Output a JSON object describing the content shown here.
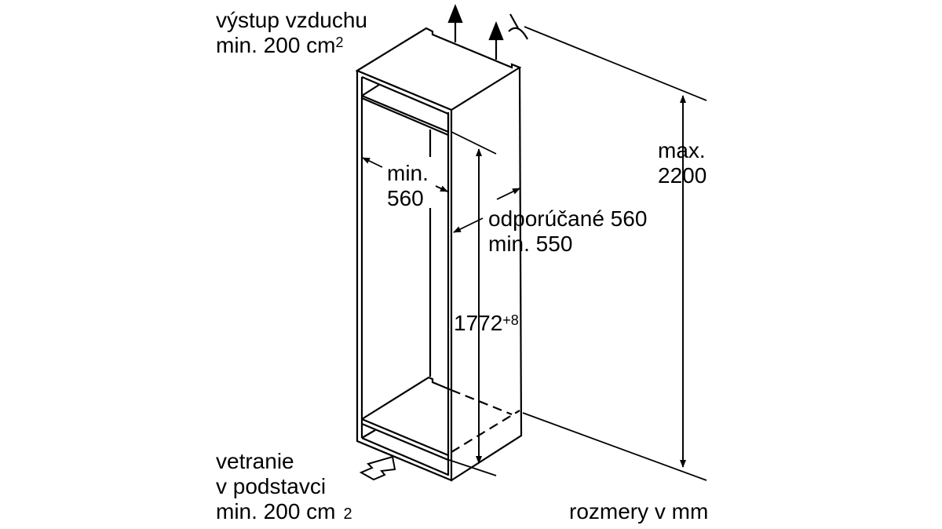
{
  "labels": {
    "air_outlet_line1": "výstup vzduchu",
    "air_outlet_line2": "min. 200 cm",
    "air_outlet_sup": "2",
    "width_min_line1": "min.",
    "width_min_line2": "560",
    "depth_line1": "odporúčané 560",
    "depth_line2": "min. 550",
    "height_value": "1772",
    "height_tolerance": "+8",
    "max_height_line1": "max.",
    "max_height_line2": "2200",
    "base_vent_line1": "vetranie",
    "base_vent_line2": "v podstavci",
    "base_vent_line3": "min. 200 cm",
    "base_vent_sup": "2",
    "units": "rozmery v mm"
  },
  "colors": {
    "line": "#000000",
    "background": "#ffffff"
  }
}
